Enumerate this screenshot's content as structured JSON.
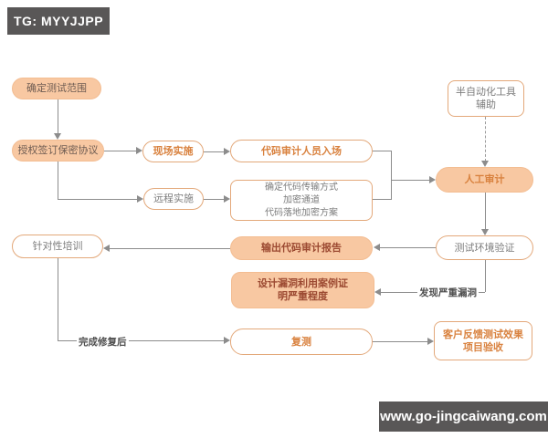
{
  "badge": {
    "text": "TG: MYYJJPP"
  },
  "footer": {
    "url": "www.go-jingcaiwang.com"
  },
  "colors": {
    "node_fill": "#f8c8a2",
    "node_outline": "#e3a87a",
    "orange_text": "#d9823f",
    "gray_text": "#7d7d7d",
    "dark_red_text": "#9c4a32",
    "connector": "#8c8c8c",
    "bar_background": "#595757"
  },
  "nodes": {
    "scope": {
      "label": "确定测试范围"
    },
    "nda": {
      "label": "授权签订保密协议"
    },
    "onsite": {
      "label": "现场实施"
    },
    "auditor_entry": {
      "label": "代码审计人员入场"
    },
    "remote": {
      "label": "远程实施"
    },
    "transfer": {
      "lines": [
        "确定代码传输方式",
        "加密通道",
        "代码落地加密方案"
      ]
    },
    "semi_auto_tool": {
      "lines": [
        "半自动化工具",
        "辅助"
      ]
    },
    "manual_audit": {
      "label": "人工审计"
    },
    "env_verify": {
      "label": "测试环境验证"
    },
    "report": {
      "label": "输出代码审计报告"
    },
    "training": {
      "label": "针对性培训"
    },
    "poc": {
      "lines": [
        "设计漏洞利用案例证",
        "明严重程度"
      ]
    },
    "retest": {
      "label": "复测"
    },
    "acceptance": {
      "lines": [
        "客户反馈测试效果",
        "项目验收"
      ]
    }
  },
  "edge_labels": {
    "severe_vuln": "发现严重漏洞",
    "after_fix": "完成修复后"
  }
}
